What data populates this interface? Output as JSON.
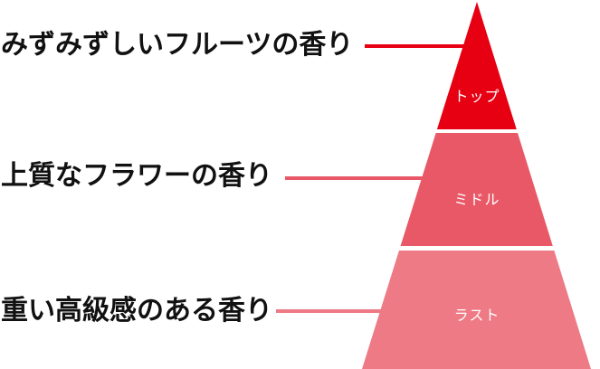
{
  "diagram": {
    "kind": "fragrance-note-pyramid",
    "text_color": "#111111",
    "tier_label_color": "#ffffff",
    "background_color": "#ffffff",
    "tiers": [
      {
        "id": "top",
        "label": "トップ",
        "description": "みずみずしいフルーツの香り",
        "color": "#e60012"
      },
      {
        "id": "middle",
        "label": "ミドル",
        "description": "上質なフラワーの香り",
        "color": "#e85866"
      },
      {
        "id": "last",
        "label": "ラスト",
        "description": "重い高級感のある香り",
        "color": "#ed7a85"
      }
    ]
  }
}
